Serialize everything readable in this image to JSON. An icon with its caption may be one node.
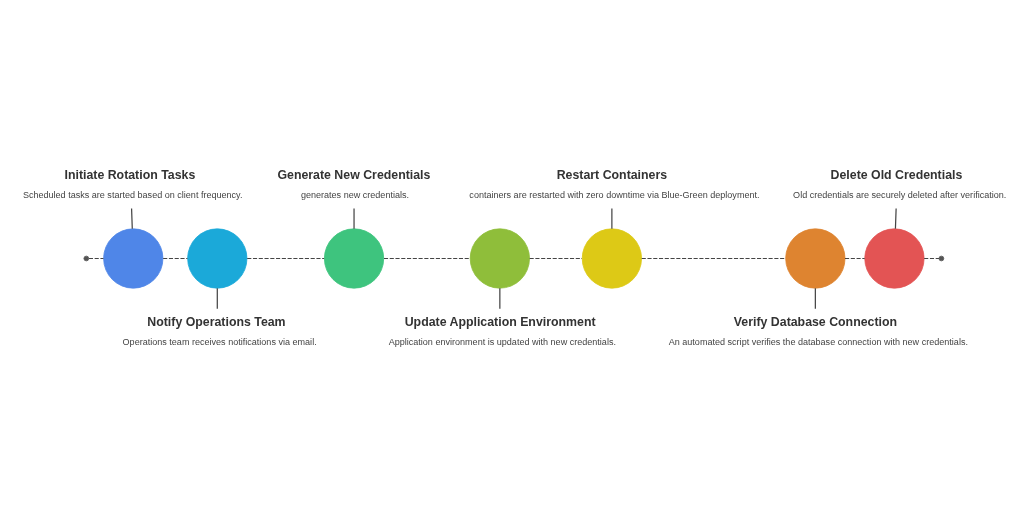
{
  "diagram": {
    "nodes": [
      {
        "text": [],
        "shape": "circle"
      },
      {
        "text": [],
        "shape": "circle"
      },
      {
        "text": [],
        "shape": "circle"
      },
      {
        "text": [],
        "shape": "circle"
      },
      {
        "text": [],
        "shape": "circle"
      },
      {
        "text": [],
        "shape": "circle"
      },
      {
        "text": [],
        "shape": "circle"
      },
      {
        "text": [
          "Initiate Rotation Tasks",
          "Scheduled tasks are started based on client frequency."
        ]
      },
      {
        "text": [
          "Notify Operations Team",
          "Operations team receives notifications via email."
        ]
      },
      {
        "text": [
          "Generate New Credentials",
          "generates new credentials."
        ]
      },
      {
        "text": [
          "Update Application Environment",
          "Application environment is updated with new credentials."
        ]
      },
      {
        "text": [
          "Restart Containers",
          "containers are restarted with zero downtime via Blue-Green deployment."
        ]
      },
      {
        "text": [
          "Verify Database Connection",
          "An automated script verifies the database connection with new credentials."
        ]
      },
      {
        "text": [
          "Delete Old Credentials",
          "Old credentials are securely deleted after verification."
        ]
      }
    ],
    "edges": [
      {
        "from": null,
        "to": 0,
        "arrow": "none",
        "style": "dashed"
      },
      {
        "from": 0,
        "to": 1,
        "arrow": "none",
        "style": "dashed"
      },
      {
        "from": 1,
        "to": 2,
        "arrow": "none",
        "style": "dashed"
      },
      {
        "from": 2,
        "to": 3,
        "arrow": "none",
        "style": "dashed"
      },
      {
        "from": 3,
        "to": 4,
        "arrow": "none",
        "style": "dashed"
      },
      {
        "from": 4,
        "to": 5,
        "arrow": "none",
        "style": "dashed"
      },
      {
        "from": 5,
        "to": 6,
        "arrow": "none",
        "style": "dashed"
      },
      {
        "from": 6,
        "to": null,
        "arrow": "none",
        "style": "dashed"
      },
      {
        "from": 7,
        "to": 0,
        "arrow": "none"
      },
      {
        "from": 8,
        "to": 1,
        "arrow": "none"
      },
      {
        "from": 9,
        "to": 2,
        "arrow": "none"
      },
      {
        "from": 10,
        "to": 3,
        "arrow": "none"
      },
      {
        "from": 11,
        "to": 4,
        "arrow": "none"
      },
      {
        "from": 12,
        "to": 5,
        "arrow": "none"
      },
      {
        "from": 13,
        "to": 6,
        "arrow": "none"
      }
    ]
  }
}
